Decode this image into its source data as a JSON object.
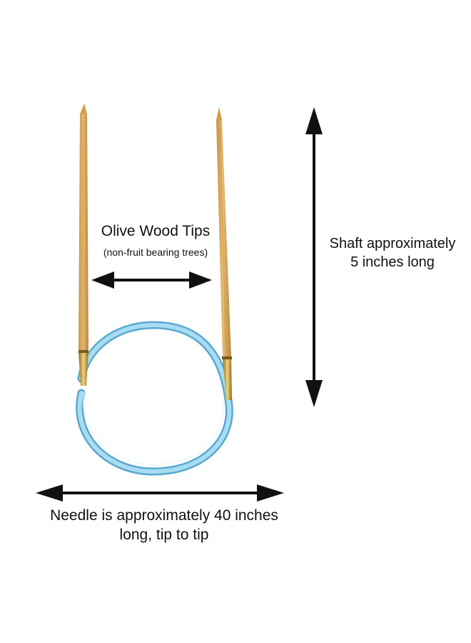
{
  "image": {
    "subject": "Circular knitting needle with olive wood tips and clear blue cable",
    "colors": {
      "background": "#ffffff",
      "wood": "#d9a85c",
      "wood_dark": "#b9863c",
      "brass": "#c9a24a",
      "cable": "#9ad4ee",
      "cable_dark": "#5aa9d0",
      "arrow": "#111111"
    }
  },
  "labels": {
    "tips_title": "Olive Wood Tips",
    "tips_subtitle": "(non-fruit bearing trees)",
    "shaft_line1": "Shaft approximately",
    "shaft_line2": "5 inches long",
    "length_line1": "Needle is approximately 40 inches",
    "length_line2": "long, tip to tip"
  }
}
